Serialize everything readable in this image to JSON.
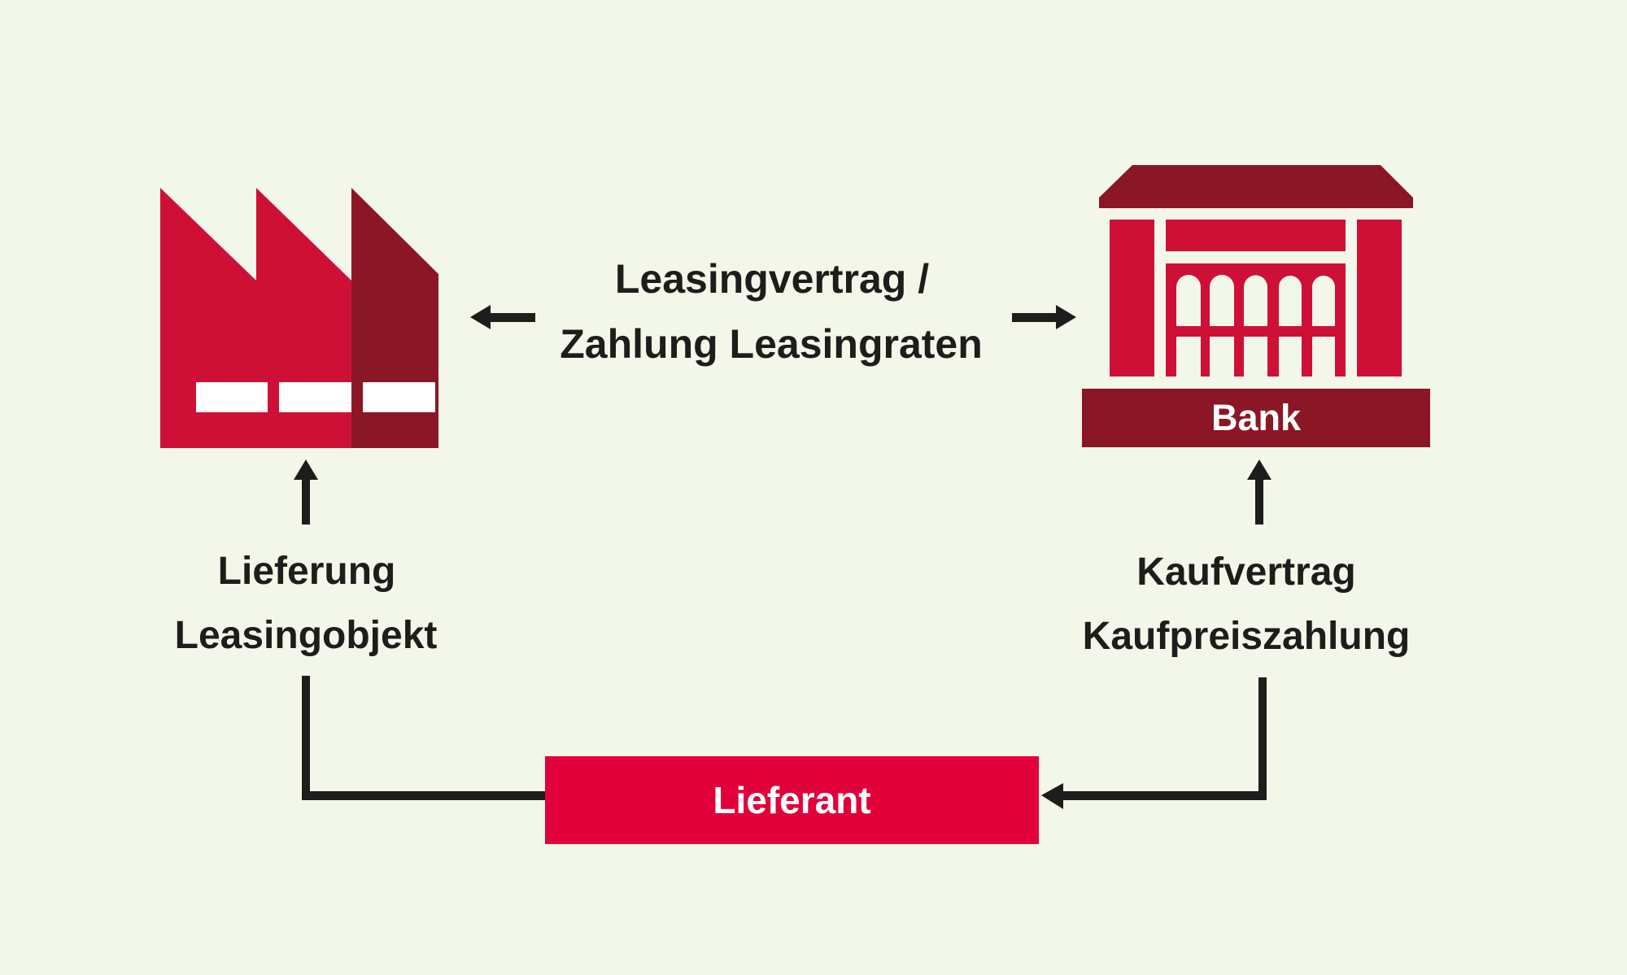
{
  "diagram": {
    "type": "leasing-flow",
    "colors": {
      "background": "#f3f7e9",
      "primary_red": "#cf1036",
      "dark_red": "#8b1626",
      "supplier_red": "#e2003a",
      "arrow": "#1d1d1b",
      "label_text": "#1d1d1b",
      "inverse_text": "#ffffff"
    },
    "nodes": {
      "lessee": {
        "icon": "factory-icon",
        "label": ""
      },
      "bank": {
        "icon": "bank-building-icon",
        "label": "Bank"
      },
      "supplier": {
        "label": "Lieferant"
      }
    },
    "edges": {
      "lease": {
        "line1": "Leasingvertrag /",
        "line2": "Zahlung Leasingraten",
        "direction": "bidirectional",
        "between": [
          "lessee",
          "bank"
        ]
      },
      "delivery": {
        "line1": "Lieferung",
        "line2": "Leasingobjekt",
        "from": "supplier",
        "to": "lessee"
      },
      "purchase": {
        "line1": "Kaufvertrag",
        "line2": "Kaufpreiszahlung",
        "from": "bank",
        "to": "supplier"
      }
    }
  }
}
